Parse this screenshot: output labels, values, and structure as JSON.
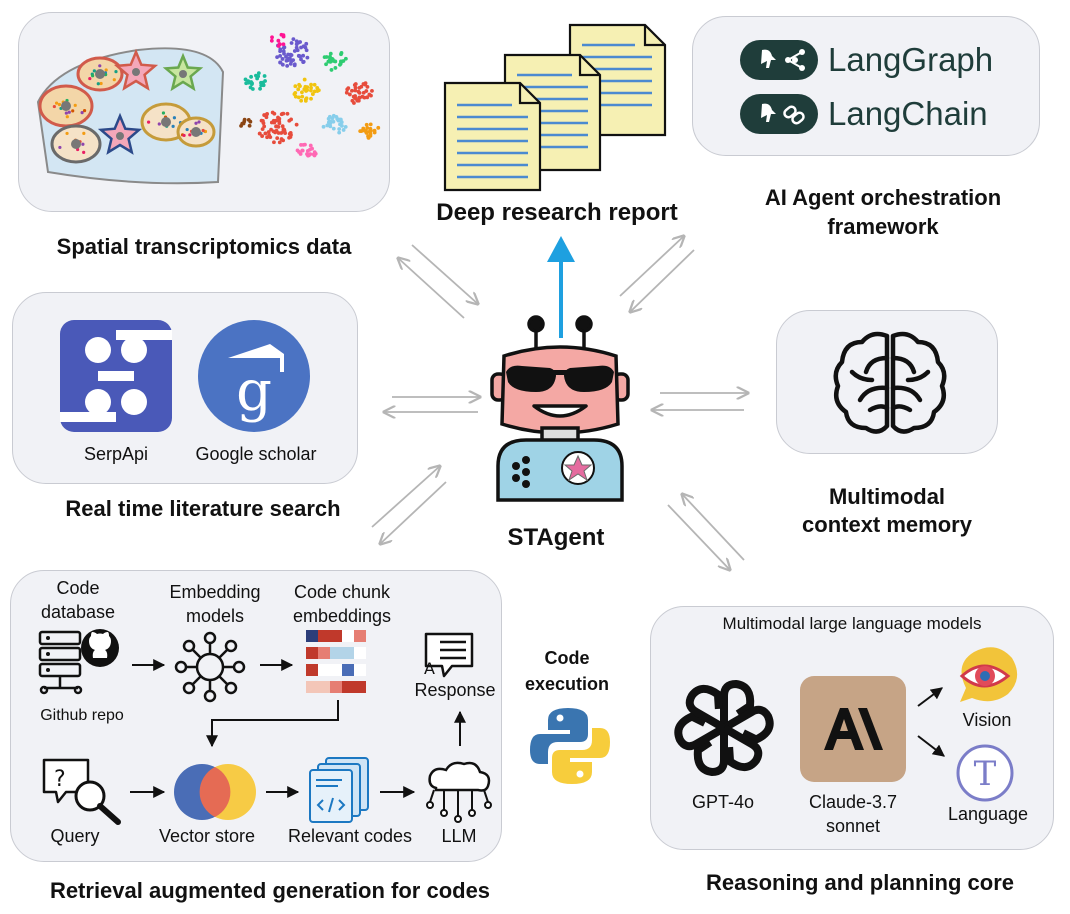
{
  "panels": {
    "spatial": {
      "title": "Spatial transcriptomics data"
    },
    "report": {
      "title": "Deep research report"
    },
    "orchestration": {
      "title_line1": "AI Agent orchestration",
      "title_line2": "framework",
      "item1": "LangGraph",
      "item2": "LangChain"
    },
    "literature": {
      "title": "Real time literature search",
      "tool1": "SerpApi",
      "tool2": "Google scholar"
    },
    "memory": {
      "title_line1": "Multimodal",
      "title_line2": "context memory"
    },
    "rag": {
      "title": "Retrieval augmented generation for codes",
      "code_db_line1": "Code",
      "code_db_line2": "database",
      "github": "Github repo",
      "emb_line1": "Embedding",
      "emb_line2": "models",
      "chunk_line1": "Code chunk",
      "chunk_line2": "embeddings",
      "response": "Response",
      "query": "Query",
      "vector": "Vector store",
      "relevant": "Relevant codes",
      "llm": "LLM"
    },
    "code_exec": {
      "line1": "Code",
      "line2": "execution"
    },
    "reasoning": {
      "title": "Reasoning and planning core",
      "subtitle": "Multimodal large language models",
      "gpt": "GPT-4o",
      "claude_line1": "Claude-3.7",
      "claude_line2": "sonnet",
      "vision": "Vision",
      "language": "Language"
    }
  },
  "center": {
    "name": "STAgent"
  },
  "colors": {
    "panel_bg": "#f1f2f6",
    "arrow_gray": "#b5b5b5",
    "arrow_blue": "#1ea0e0",
    "robot_face": "#f4a8a4",
    "robot_body": "#9fd3e6",
    "langchain_badge": "#1f3d3a",
    "claude_bg": "#c6a486",
    "serpapi_blue": "#4a59b8",
    "scholar_blue": "#4b73c3"
  }
}
